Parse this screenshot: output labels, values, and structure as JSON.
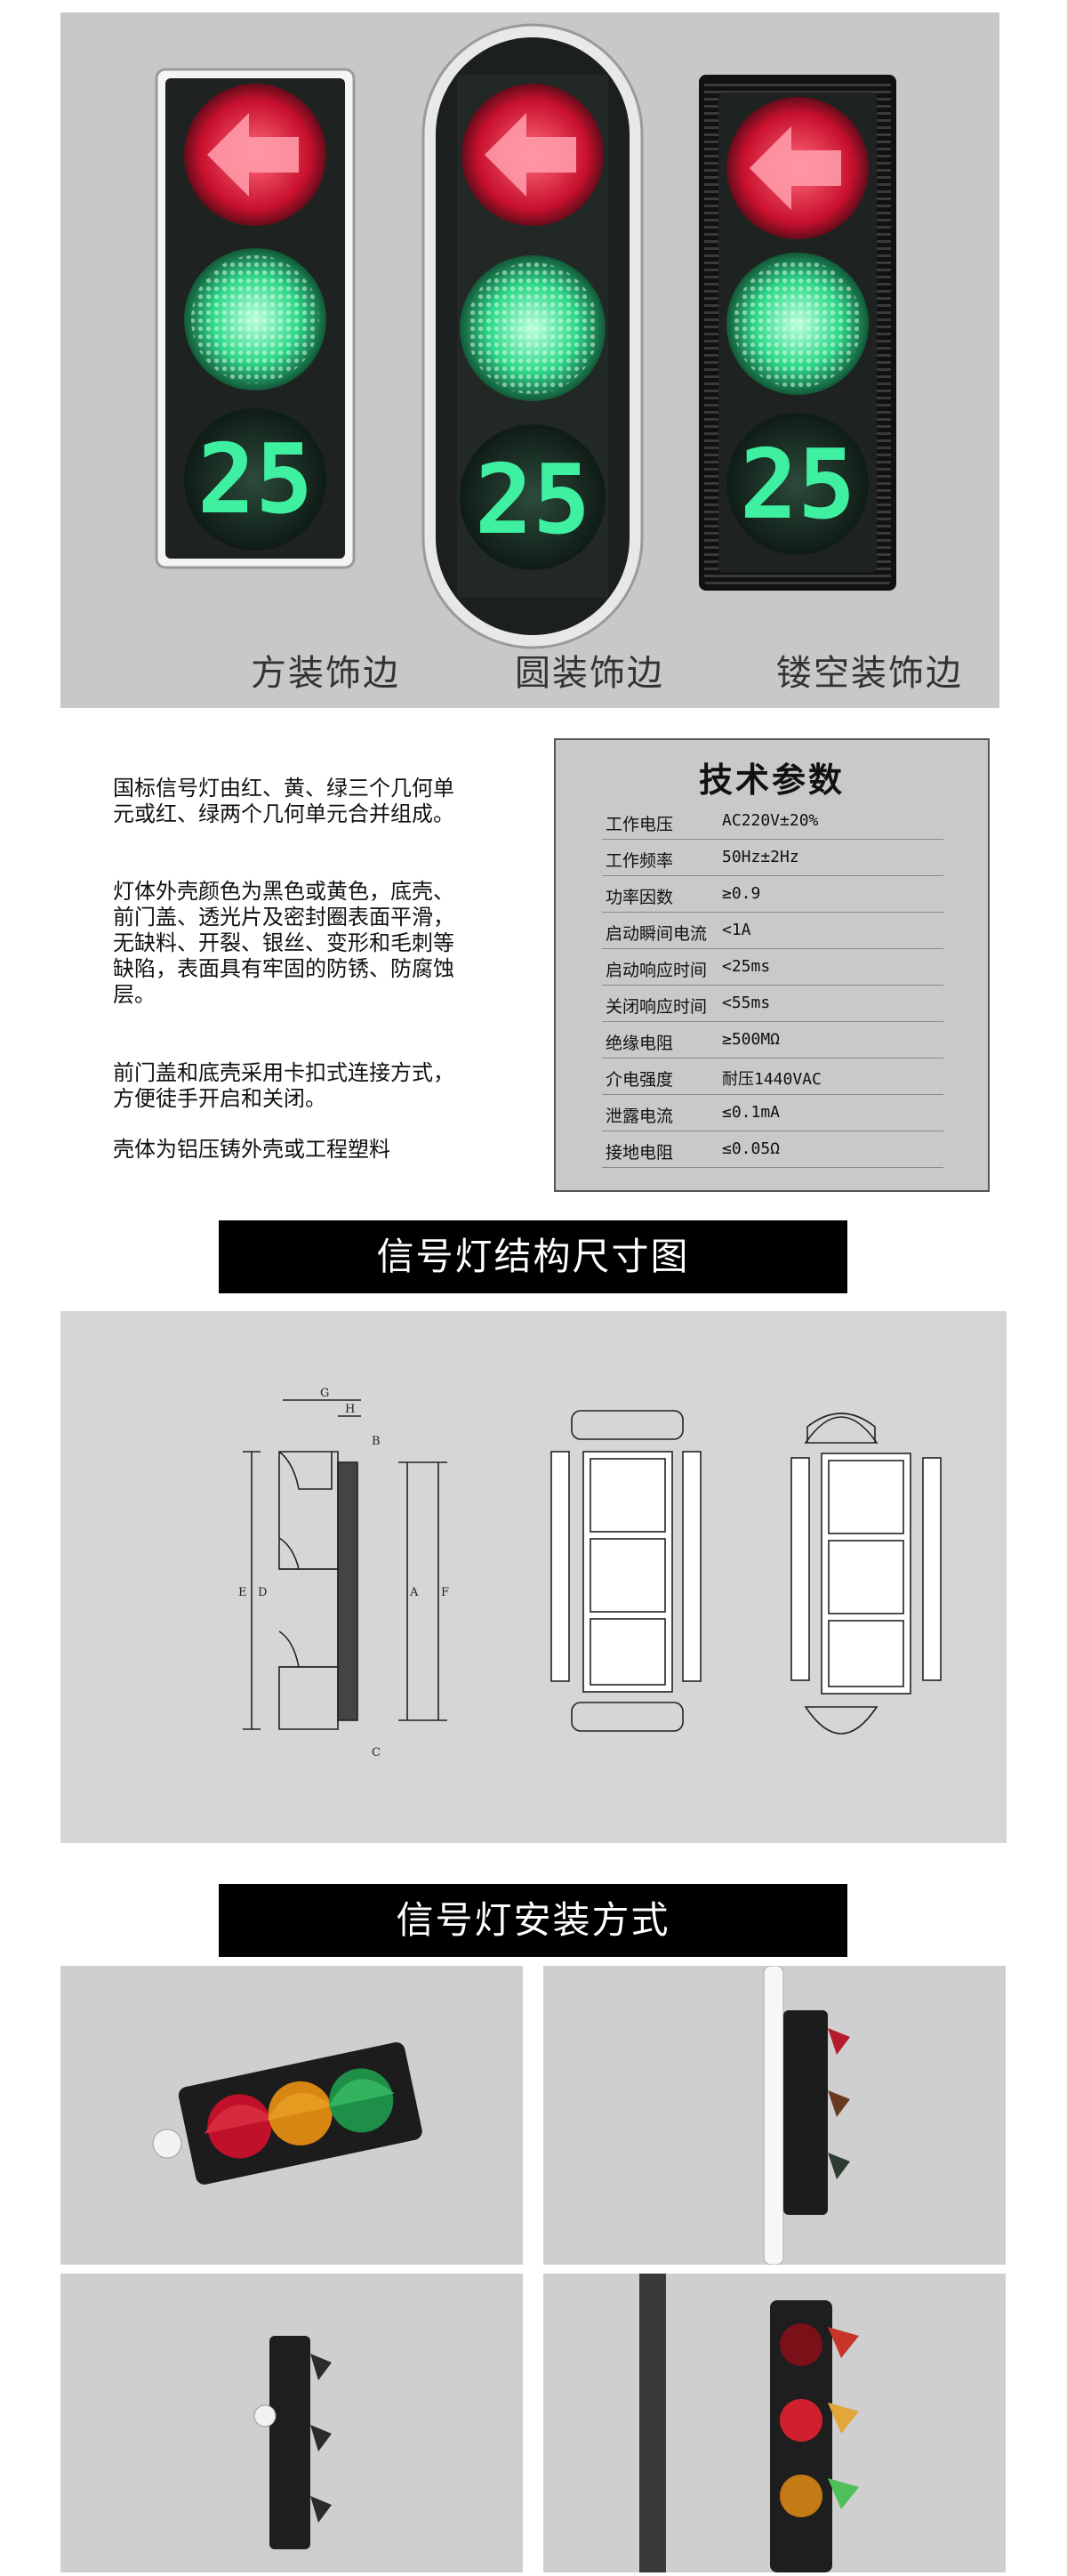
{
  "hero": {
    "variants": [
      {
        "label": "方装饰边"
      },
      {
        "label": "圆装饰边"
      },
      {
        "label": "镂空装饰边"
      }
    ],
    "countdown_digits": "25",
    "colors": {
      "red": "#e0213a",
      "green": "#17c47a",
      "housing": "#1e2321"
    }
  },
  "intro": {
    "paragraphs": [
      "国标信号灯由红、黄、绿三个几何单元或红、绿两个几何单元合并组成。",
      "灯体外壳颜色为黑色或黄色，底壳、前门盖、透光片及密封圈表面平滑，无缺料、开裂、银丝、变形和毛刺等缺陷，表面具有牢固的防锈、防腐蚀层。",
      "前门盖和底壳采用卡扣式连接方式，方便徒手开启和关闭。",
      "壳体为铝压铸外壳或工程塑料"
    ]
  },
  "specs": {
    "title": "技术参数",
    "rows": [
      {
        "key": "工作电压",
        "value": "AC220V±20%"
      },
      {
        "key": "工作频率",
        "value": "50Hz±2Hz"
      },
      {
        "key": "功率因数",
        "value": "≥0.9"
      },
      {
        "key": "启动瞬间电流",
        "value": "<1A"
      },
      {
        "key": "启动响应时间",
        "value": "<25ms"
      },
      {
        "key": "关闭响应时间",
        "value": "<55ms"
      },
      {
        "key": "绝缘电阻",
        "value": "≥500MΩ"
      },
      {
        "key": "介电强度",
        "value": "耐压1440VAC"
      },
      {
        "key": "泄露电流",
        "value": "≤0.1mA"
      },
      {
        "key": "接地电阻",
        "value": "≤0.05Ω"
      }
    ]
  },
  "sections": {
    "structure_title": "信号灯结构尺寸图",
    "install_title": "信号灯安装方式"
  },
  "drawing": {
    "dim_labels": [
      "G",
      "H",
      "B",
      "E",
      "D",
      "A",
      "F",
      "C"
    ]
  }
}
